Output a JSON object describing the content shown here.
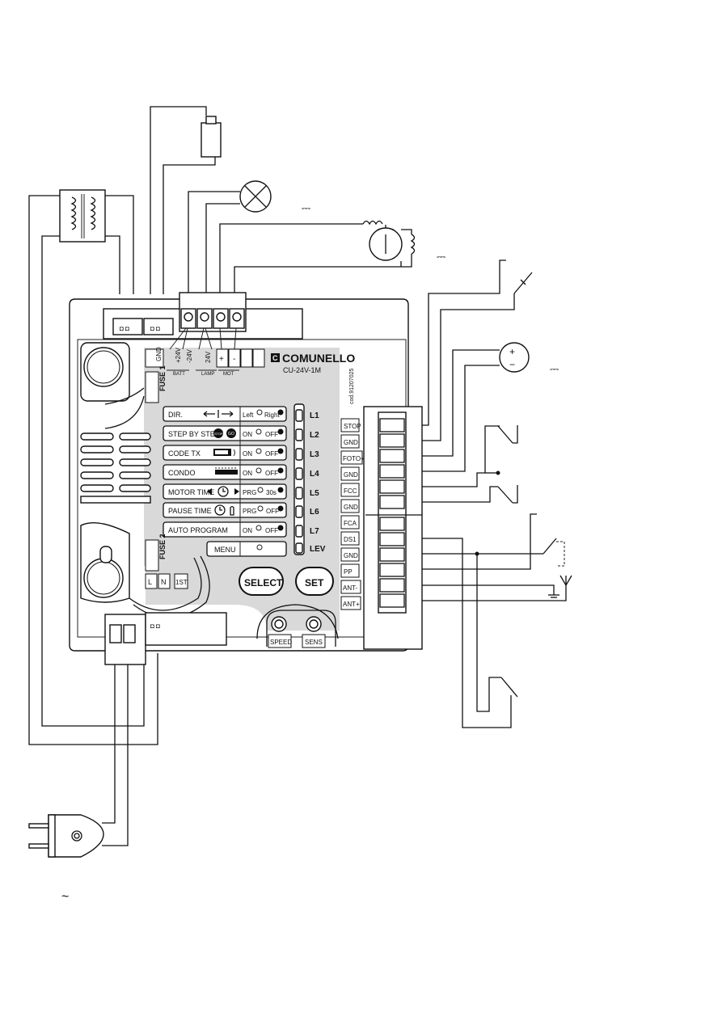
{
  "brand": {
    "name": "COMUNELLO",
    "model": "CU-24V-1M",
    "code": "cod.91207025"
  },
  "fuses": {
    "fuse1": "FUSE 1",
    "fuse2": "FUSE 2"
  },
  "top_terminals": {
    "gnd": "GND",
    "batt1": "+24V",
    "batt2": "-24V",
    "batt": "BATT",
    "lamp": "24V",
    "lamp_group": "LAMP",
    "mot_plus": "+",
    "mot_minus": "-",
    "mot": "MOT"
  },
  "menu_rows": [
    {
      "label": "DIR.",
      "opt1": "Left",
      "opt2": "Right",
      "led": "L1"
    },
    {
      "label": "STEP BY STEP",
      "opt1": "ON",
      "opt2": "OFF",
      "led": "L2"
    },
    {
      "label": "CODE TX",
      "opt1": "ON",
      "opt2": "OFF",
      "led": "L3"
    },
    {
      "label": "CONDO",
      "opt1": "ON",
      "opt2": "OFF",
      "led": "L4"
    },
    {
      "label": "MOTOR TIME",
      "opt1": "PRG",
      "opt2": "30s",
      "led": "L5"
    },
    {
      "label": "PAUSE TIME",
      "opt1": "PRG",
      "opt2": "OFF",
      "led": "L6"
    },
    {
      "label": "AUTO PROGRAM",
      "opt1": "ON",
      "opt2": "OFF",
      "led": "L7"
    },
    {
      "label": "MENU",
      "opt1": "",
      "opt2": "",
      "led": "LEV"
    }
  ],
  "step_icons": {
    "stop": "STOP",
    "go": "GO"
  },
  "buttons": {
    "select": "SELECT",
    "set": "SET",
    "speed": "SPEED",
    "sens": "SENS"
  },
  "power_terminals": {
    "l": "L",
    "n": "N",
    "st": "1ST"
  },
  "right_terminals": [
    "STOP",
    "GND",
    "FOTO+",
    "GND",
    "FCC",
    "GND",
    "FCA",
    "DS1",
    "GND",
    "PP",
    "ANT-",
    "ANT+"
  ],
  "symbols": {
    "dc1": "⎓",
    "dc2": "⎓",
    "dc3": "⎓",
    "ac": "~",
    "plus": "+",
    "minus": "−"
  }
}
